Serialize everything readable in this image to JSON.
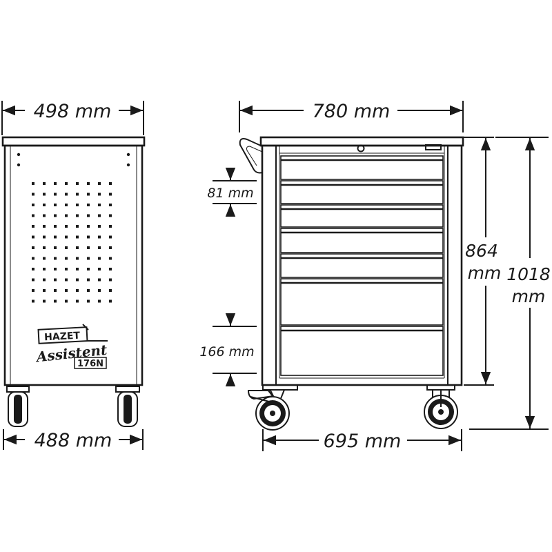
{
  "dimensions": {
    "side_top_width": "498 mm",
    "side_bottom_width": "488 mm",
    "front_top_width": "780 mm",
    "front_bottom_width": "695 mm",
    "drawer_small_height": "81 mm",
    "drawer_large_height": "166 mm",
    "body_height_value": "864",
    "body_height_unit": "mm",
    "total_height_value": "1018",
    "total_height_unit": "mm"
  },
  "logo": {
    "brand": "HAZET",
    "line1": "Assistent",
    "model": "176N"
  },
  "colors": {
    "line": "#1a1a1a",
    "background": "#ffffff"
  }
}
